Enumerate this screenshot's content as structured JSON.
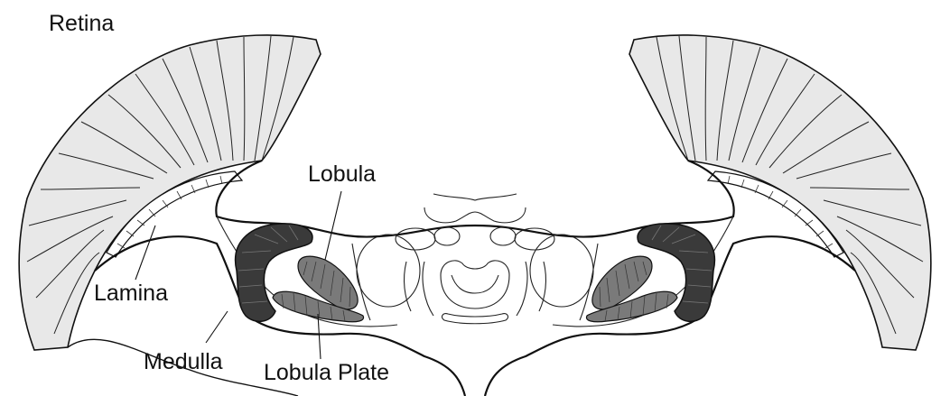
{
  "labels": {
    "retina": "Retina",
    "lobula": "Lobula",
    "lamina": "Lamina",
    "medulla": "Medulla",
    "lobula_plate": "Lobula Plate"
  },
  "colors": {
    "retina_fill": "#e8e8e8",
    "medulla_fill": "#3a3a3a",
    "lobula_fill": "#7a7a7a",
    "outline": "#111111",
    "background": "#ffffff"
  }
}
